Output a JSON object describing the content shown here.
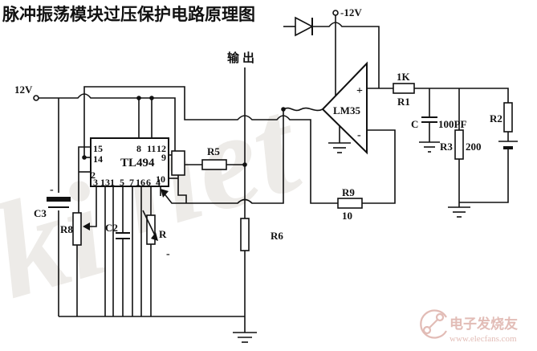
{
  "title": "脉冲振荡模块过压保护电路原理图",
  "power": {
    "left_supply": "12V",
    "top_supply": "-12V"
  },
  "output": {
    "label": "输出"
  },
  "ic": {
    "name": "TL494",
    "pins_left": [
      "15",
      "14",
      "2"
    ],
    "pins_top": [
      "8",
      "11",
      "12"
    ],
    "pins_right": [
      "9",
      "10"
    ],
    "pins_bottom": [
      "3",
      "13",
      "1",
      "5",
      "7",
      "16",
      "6",
      "4"
    ]
  },
  "opamp": {
    "name": "LM35",
    "noninverting": "+",
    "inverting": "-"
  },
  "components": {
    "r1": {
      "label": "R1",
      "value": "1K"
    },
    "r2": {
      "label": "R2"
    },
    "r3": {
      "label": "R3",
      "value": "200"
    },
    "r5": {
      "label": "R5"
    },
    "r6": {
      "label": "R6"
    },
    "r8": {
      "label": "R8"
    },
    "r9": {
      "label": "R9",
      "value": "10"
    },
    "r_adj": {
      "label": "R"
    },
    "c": {
      "label": "C",
      "value": "100PF"
    },
    "c2": {
      "label": "C2"
    },
    "c3": {
      "label": "C3"
    },
    "polarity_minus": "-"
  },
  "watermark": {
    "brand": "电子发烧友",
    "site": "www.elecfans.com",
    "bg_letters": [
      "ki",
      "net"
    ]
  },
  "colors": {
    "line": "#111111",
    "watermark_red": "#d9a69e",
    "watermark_gray": "#edebe8"
  }
}
